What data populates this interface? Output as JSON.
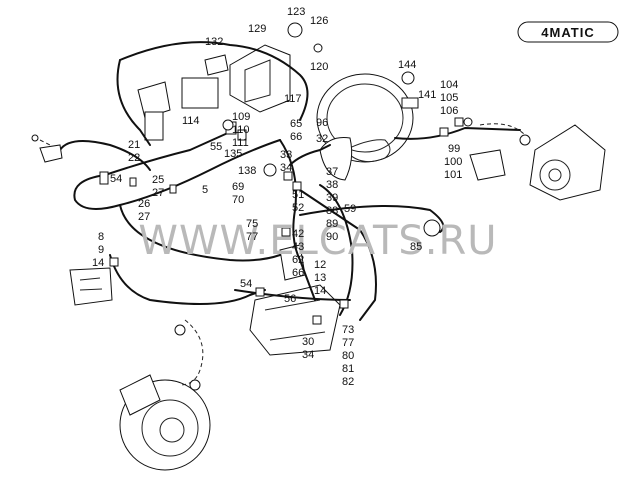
{
  "logo_text": "4MATIC",
  "watermark": "WWW.ELCATS.RU",
  "callouts": [
    {
      "id": "c123",
      "text": "123"
    },
    {
      "id": "c126",
      "text": "126"
    },
    {
      "id": "c129",
      "text": "129"
    },
    {
      "id": "c132",
      "text": "132"
    },
    {
      "id": "c120",
      "text": "120"
    },
    {
      "id": "c117",
      "text": "117"
    },
    {
      "id": "c114",
      "text": "114"
    },
    {
      "id": "c109",
      "text": "109"
    },
    {
      "id": "c110",
      "text": "110"
    },
    {
      "id": "c111",
      "text": "111"
    },
    {
      "id": "c135",
      "text": "135"
    },
    {
      "id": "c55",
      "text": "55"
    },
    {
      "id": "c138",
      "text": "138"
    },
    {
      "id": "c21",
      "text": "21"
    },
    {
      "id": "c22",
      "text": "22"
    },
    {
      "id": "c54a",
      "text": "54"
    },
    {
      "id": "c25",
      "text": "25"
    },
    {
      "id": "c27a",
      "text": "27"
    },
    {
      "id": "c5",
      "text": "5"
    },
    {
      "id": "c26",
      "text": "26"
    },
    {
      "id": "c27b",
      "text": "27"
    },
    {
      "id": "c65",
      "text": "65"
    },
    {
      "id": "c66a",
      "text": "66"
    },
    {
      "id": "c96",
      "text": "96"
    },
    {
      "id": "c32",
      "text": "32"
    },
    {
      "id": "c33",
      "text": "33"
    },
    {
      "id": "c34a",
      "text": "34"
    },
    {
      "id": "c37",
      "text": "37"
    },
    {
      "id": "c38",
      "text": "38"
    },
    {
      "id": "c39",
      "text": "39"
    },
    {
      "id": "c59",
      "text": "59"
    },
    {
      "id": "c88",
      "text": "88"
    },
    {
      "id": "c89",
      "text": "89"
    },
    {
      "id": "c90",
      "text": "90"
    },
    {
      "id": "c69",
      "text": "69"
    },
    {
      "id": "c70",
      "text": "70"
    },
    {
      "id": "c51",
      "text": "51"
    },
    {
      "id": "c52",
      "text": "52"
    },
    {
      "id": "c75",
      "text": "75"
    },
    {
      "id": "c77a",
      "text": "77"
    },
    {
      "id": "c42",
      "text": "42"
    },
    {
      "id": "c43",
      "text": "43"
    },
    {
      "id": "c62",
      "text": "62"
    },
    {
      "id": "c66b",
      "text": "66"
    },
    {
      "id": "c12",
      "text": "12"
    },
    {
      "id": "c13",
      "text": "13"
    },
    {
      "id": "c14a",
      "text": "14"
    },
    {
      "id": "c8",
      "text": "8"
    },
    {
      "id": "c9",
      "text": "9"
    },
    {
      "id": "c14b",
      "text": "14"
    },
    {
      "id": "c54b",
      "text": "54"
    },
    {
      "id": "c56",
      "text": "56"
    },
    {
      "id": "c73",
      "text": "73"
    },
    {
      "id": "c77b",
      "text": "77"
    },
    {
      "id": "c80",
      "text": "80"
    },
    {
      "id": "c81",
      "text": "81"
    },
    {
      "id": "c82",
      "text": "82"
    },
    {
      "id": "c30",
      "text": "30"
    },
    {
      "id": "c34b",
      "text": "34"
    },
    {
      "id": "c85",
      "text": "85"
    },
    {
      "id": "c144",
      "text": "144"
    },
    {
      "id": "c141",
      "text": "141"
    },
    {
      "id": "c104",
      "text": "104"
    },
    {
      "id": "c105",
      "text": "105"
    },
    {
      "id": "c106",
      "text": "106"
    },
    {
      "id": "c99",
      "text": "99"
    },
    {
      "id": "c100",
      "text": "100"
    },
    {
      "id": "c101",
      "text": "101"
    }
  ]
}
